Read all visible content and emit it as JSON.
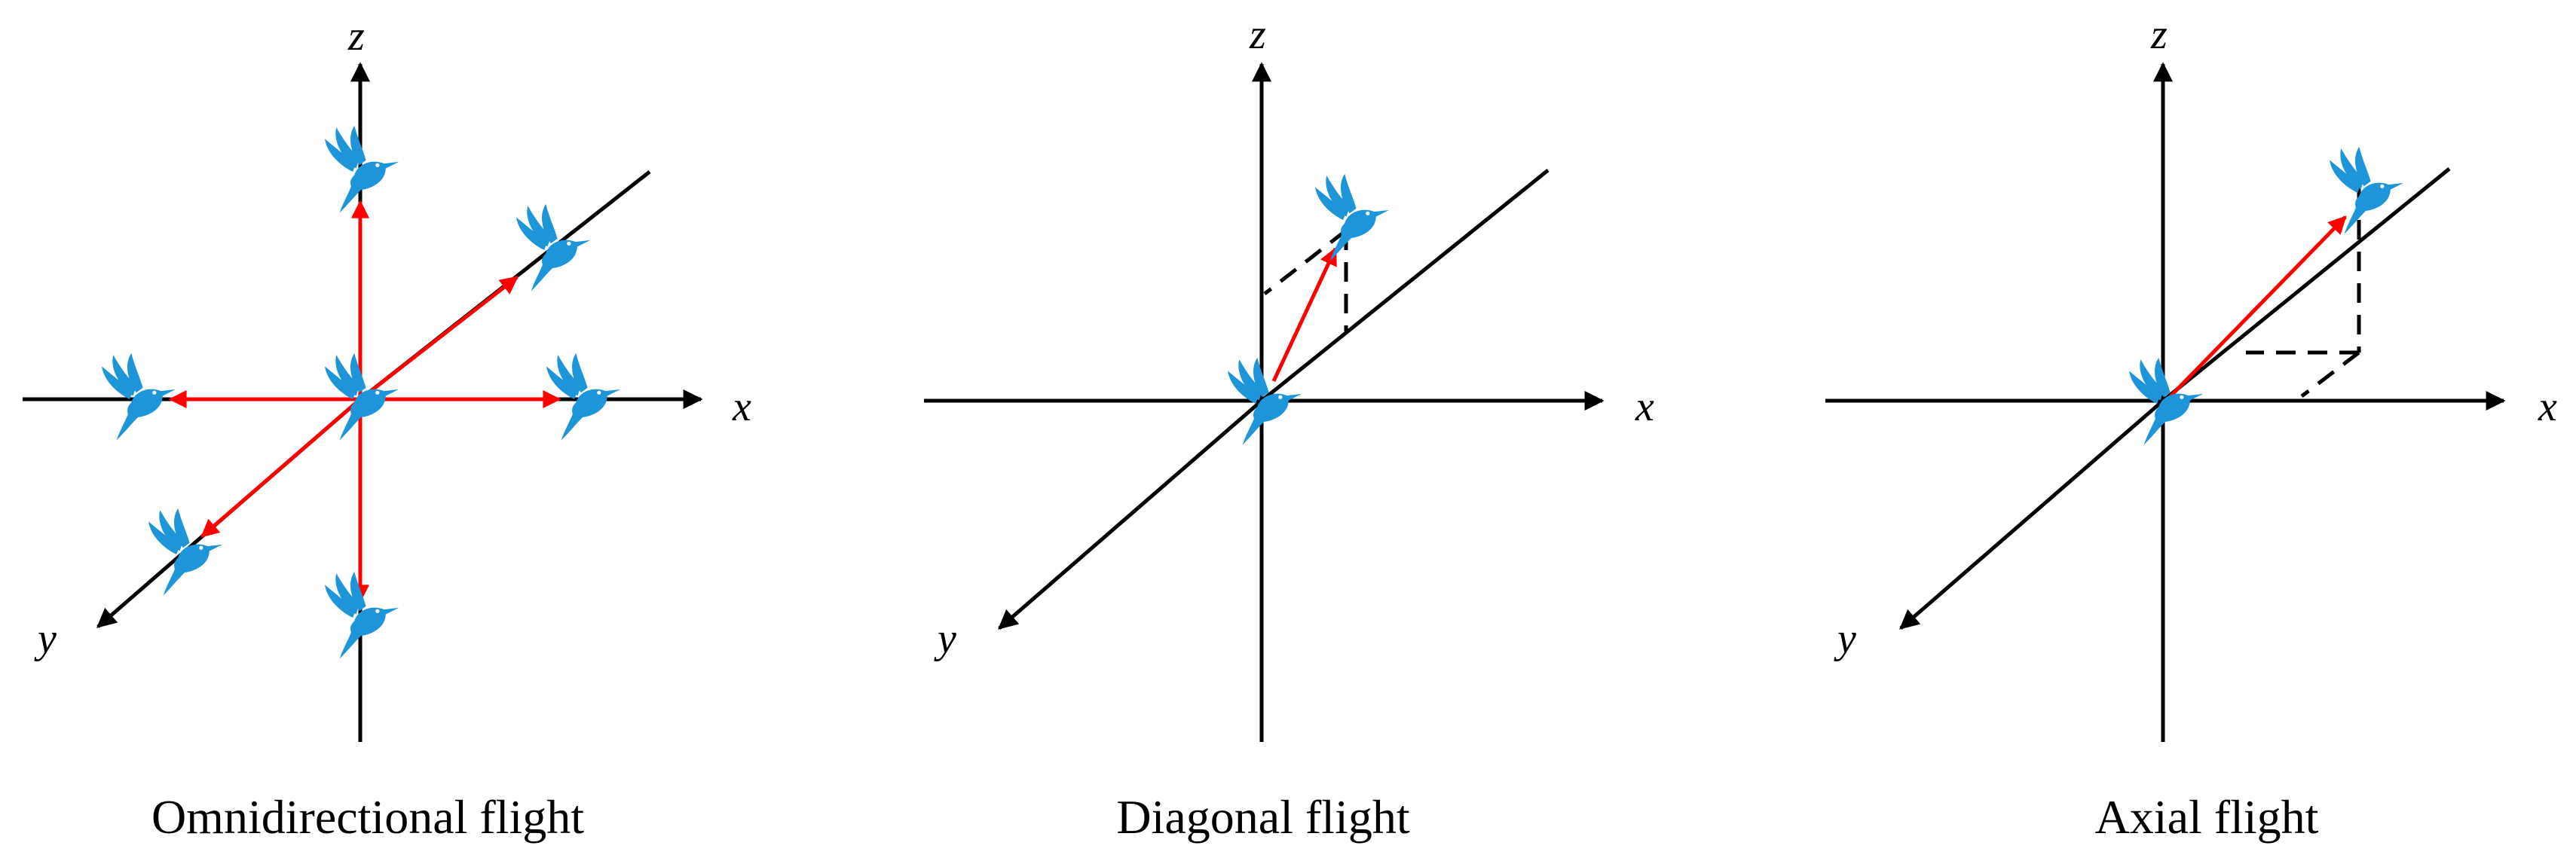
{
  "colors": {
    "axis": "#000000",
    "flight_arrow": "#ff0000",
    "bird": "#1d95d8",
    "background": "#ffffff"
  },
  "icons": {
    "bird": "hummingbird-icon"
  },
  "panels": [
    {
      "axis_labels": {
        "x": "x",
        "y": "y",
        "z": "z"
      },
      "caption": "Omnidirectional flight"
    },
    {
      "axis_labels": {
        "x": "x",
        "y": "y",
        "z": "z"
      },
      "caption": "Diagonal flight"
    },
    {
      "axis_labels": {
        "x": "x",
        "y": "y",
        "z": "z"
      },
      "caption": "Axial flight"
    }
  ]
}
